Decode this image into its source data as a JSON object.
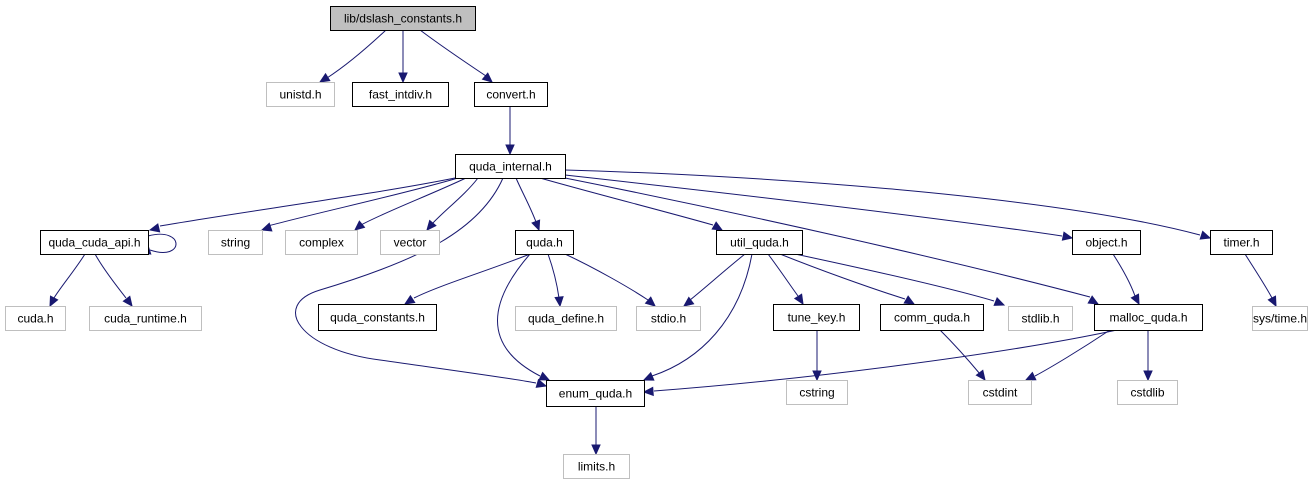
{
  "diagram": {
    "title": "lib/dslash_constants.h",
    "colors": {
      "edge": "#191970",
      "root_fill": "#bfbfbf",
      "external_border": "#bfbfbf",
      "node_border": "#000000"
    },
    "nodes": [
      {
        "id": "dslash_constants",
        "label": "lib/dslash_constants.h",
        "kind": "root"
      },
      {
        "id": "unistd",
        "label": "unistd.h",
        "kind": "external"
      },
      {
        "id": "fast_intdiv",
        "label": "fast_intdiv.h",
        "kind": "project"
      },
      {
        "id": "convert",
        "label": "convert.h",
        "kind": "project"
      },
      {
        "id": "quda_internal",
        "label": "quda_internal.h",
        "kind": "project"
      },
      {
        "id": "quda_cuda_api",
        "label": "quda_cuda_api.h",
        "kind": "project"
      },
      {
        "id": "string",
        "label": "string",
        "kind": "external"
      },
      {
        "id": "complex",
        "label": "complex",
        "kind": "external"
      },
      {
        "id": "vector",
        "label": "vector",
        "kind": "external"
      },
      {
        "id": "quda",
        "label": "quda.h",
        "kind": "project"
      },
      {
        "id": "util_quda",
        "label": "util_quda.h",
        "kind": "project"
      },
      {
        "id": "object",
        "label": "object.h",
        "kind": "project"
      },
      {
        "id": "timer",
        "label": "timer.h",
        "kind": "project"
      },
      {
        "id": "cuda",
        "label": "cuda.h",
        "kind": "external"
      },
      {
        "id": "cuda_runtime",
        "label": "cuda_runtime.h",
        "kind": "external"
      },
      {
        "id": "quda_constants",
        "label": "quda_constants.h",
        "kind": "project"
      },
      {
        "id": "quda_define",
        "label": "quda_define.h",
        "kind": "external"
      },
      {
        "id": "stdio",
        "label": "stdio.h",
        "kind": "external"
      },
      {
        "id": "tune_key",
        "label": "tune_key.h",
        "kind": "project"
      },
      {
        "id": "comm_quda",
        "label": "comm_quda.h",
        "kind": "project"
      },
      {
        "id": "stdlib_h",
        "label": "stdlib.h",
        "kind": "external"
      },
      {
        "id": "malloc_quda",
        "label": "malloc_quda.h",
        "kind": "project"
      },
      {
        "id": "sys_time",
        "label": "sys/time.h",
        "kind": "external"
      },
      {
        "id": "enum_quda",
        "label": "enum_quda.h",
        "kind": "project"
      },
      {
        "id": "cstring",
        "label": "cstring",
        "kind": "external"
      },
      {
        "id": "cstdint",
        "label": "cstdint",
        "kind": "external"
      },
      {
        "id": "cstdlib",
        "label": "cstdlib",
        "kind": "external"
      },
      {
        "id": "limits",
        "label": "limits.h",
        "kind": "external"
      }
    ],
    "edges": [
      [
        "dslash_constants",
        "unistd"
      ],
      [
        "dslash_constants",
        "fast_intdiv"
      ],
      [
        "dslash_constants",
        "convert"
      ],
      [
        "convert",
        "quda_internal"
      ],
      [
        "quda_internal",
        "quda_cuda_api"
      ],
      [
        "quda_internal",
        "string"
      ],
      [
        "quda_internal",
        "complex"
      ],
      [
        "quda_internal",
        "vector"
      ],
      [
        "quda_internal",
        "enum_quda"
      ],
      [
        "quda_internal",
        "quda"
      ],
      [
        "quda_internal",
        "util_quda"
      ],
      [
        "quda_internal",
        "object"
      ],
      [
        "quda_internal",
        "malloc_quda"
      ],
      [
        "quda_internal",
        "timer"
      ],
      [
        "quda_cuda_api",
        "quda_cuda_api"
      ],
      [
        "quda_cuda_api",
        "cuda"
      ],
      [
        "quda_cuda_api",
        "cuda_runtime"
      ],
      [
        "quda",
        "quda_constants"
      ],
      [
        "quda",
        "quda_define"
      ],
      [
        "quda",
        "stdio"
      ],
      [
        "quda",
        "enum_quda"
      ],
      [
        "util_quda",
        "stdio"
      ],
      [
        "util_quda",
        "enum_quda"
      ],
      [
        "util_quda",
        "tune_key"
      ],
      [
        "util_quda",
        "comm_quda"
      ],
      [
        "util_quda",
        "stdlib_h"
      ],
      [
        "object",
        "malloc_quda"
      ],
      [
        "timer",
        "sys_time"
      ],
      [
        "tune_key",
        "cstring"
      ],
      [
        "comm_quda",
        "cstdint"
      ],
      [
        "malloc_quda",
        "enum_quda"
      ],
      [
        "malloc_quda",
        "cstdint"
      ],
      [
        "malloc_quda",
        "cstdlib"
      ],
      [
        "enum_quda",
        "limits"
      ]
    ]
  }
}
